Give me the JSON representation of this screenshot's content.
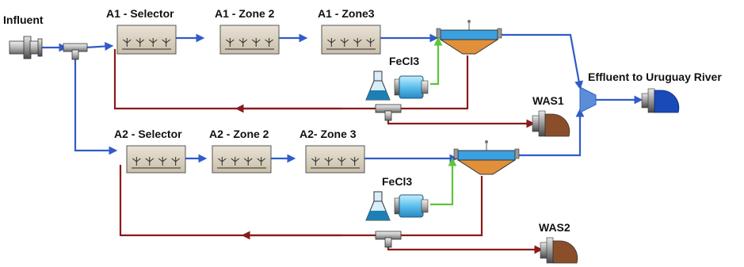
{
  "labels": {
    "influent": "Influent",
    "effluent": "Effluent to Uruguay River",
    "was1": "WAS1",
    "was2": "WAS2",
    "fecl3_a1": "FeCl3",
    "fecl3_a2": "FeCl3"
  },
  "train_a1": {
    "selector": "A1 - Selector",
    "zone2": "A1 - Zone 2",
    "zone3": "A1 - Zone3"
  },
  "train_a2": {
    "selector": "A2 - Selector",
    "zone2": "A2 - Zone 2",
    "zone3": "A2- Zone 3"
  },
  "colors": {
    "process_line": "#2f5cc8",
    "sludge_line": "#8b1a1a",
    "chemical_line": "#5ec43a",
    "tank_fill": "#d9d2c3",
    "clarifier_water": "#3aa0e0",
    "clarifier_sludge": "#e0903a",
    "flask_liquid": "#1e7fb5",
    "pump_body": "#6fc8f0",
    "effluent_dome": "#1a49b8",
    "was_dome": "#8a4f2a"
  },
  "icons": {
    "influent_source": "flange-source-icon",
    "aeration_tank": "aeration-tank-icon",
    "clarifier": "clarifier-icon",
    "chemical_flask": "flask-icon",
    "dosing_pump": "pump-icon",
    "splitter": "tee-splitter-icon",
    "outlet": "outlet-dome-icon"
  }
}
